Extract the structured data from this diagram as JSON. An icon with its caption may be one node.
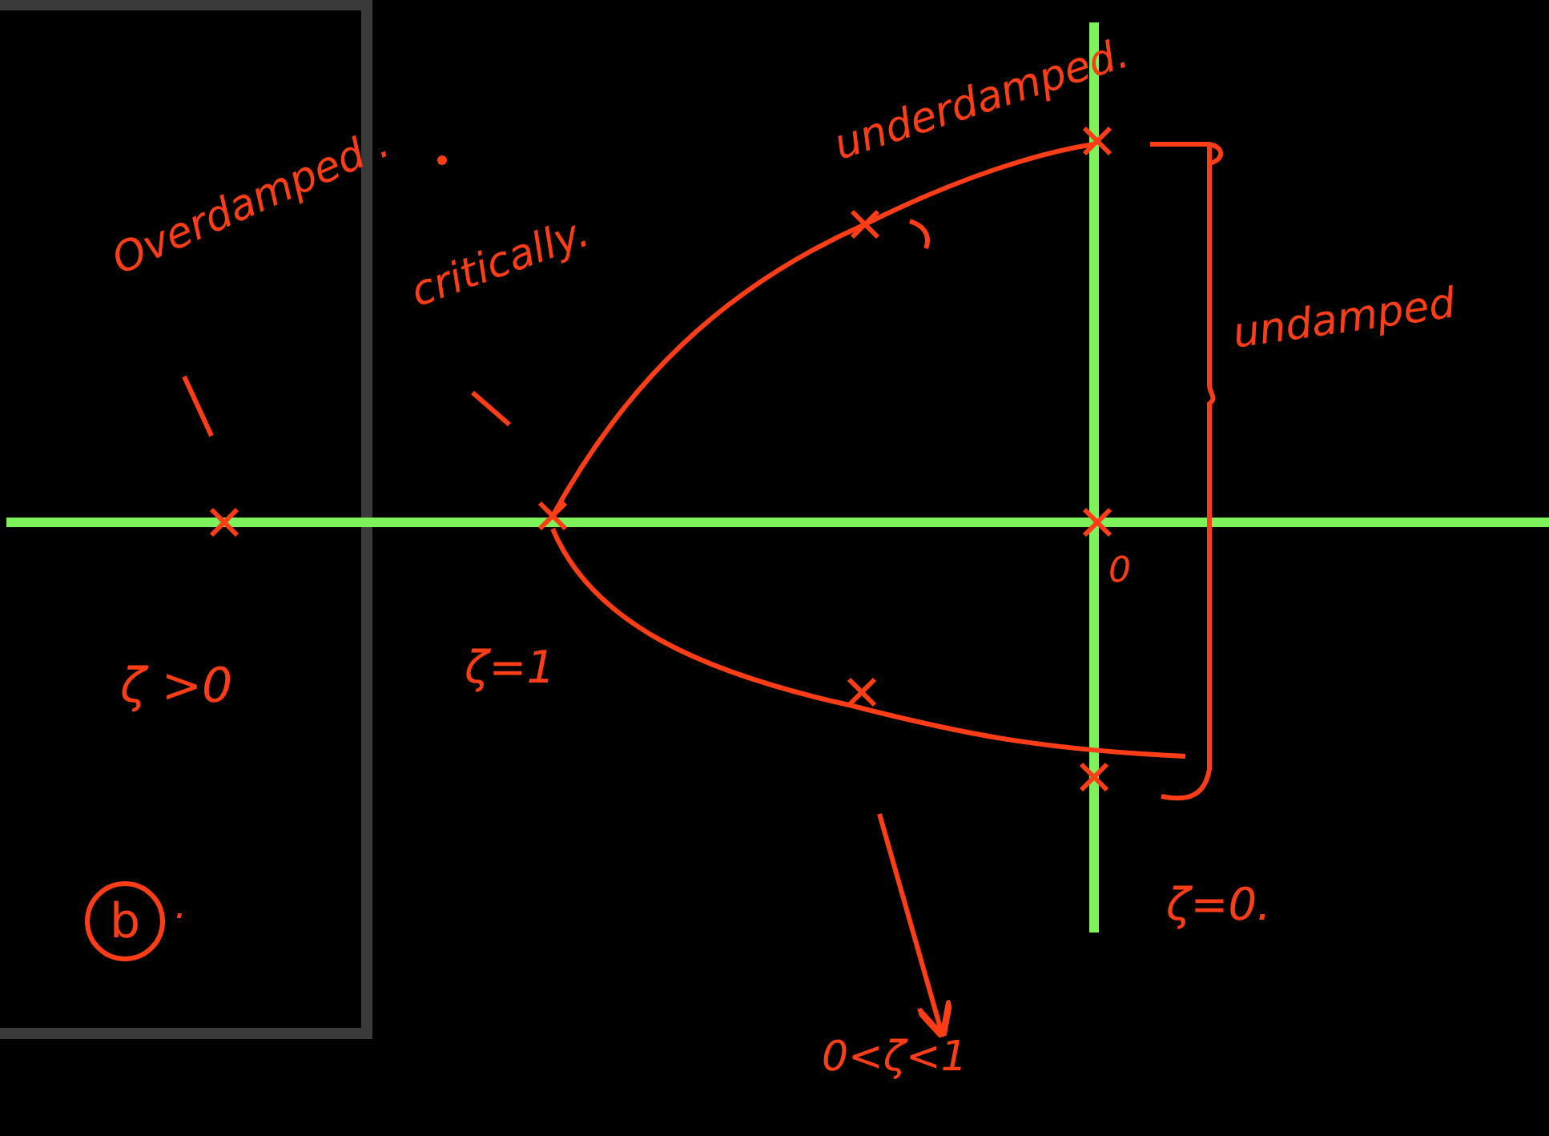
{
  "diagram": {
    "nodes": [
      {
        "text": [
          "b"
        ],
        "beside": [
          "."
        ]
      },
      {
        "text": [
          "0<ζ<1"
        ]
      }
    ],
    "edges": [
      {
        "from": null,
        "to": 1,
        "arrow": "to"
      }
    ],
    "labels": [
      "Overdamped .",
      "critically.",
      "underdamped.",
      "undamped",
      "ζ >0",
      "ζ=1",
      "0",
      "ζ=0."
    ]
  }
}
